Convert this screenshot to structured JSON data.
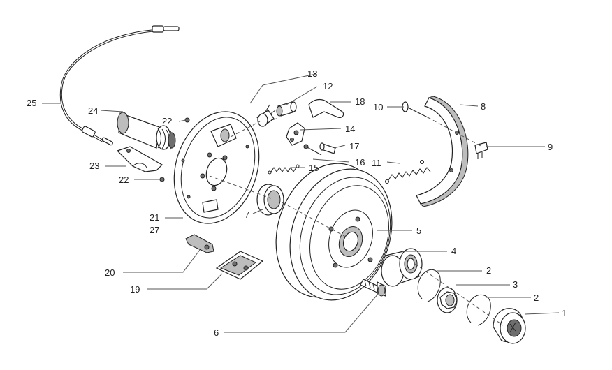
{
  "callouts": {
    "c1": "1",
    "c2a": "2",
    "c2b": "2",
    "c3": "3",
    "c4": "4",
    "c5": "5",
    "c6": "6",
    "c7": "7",
    "c8": "8",
    "c9": "9",
    "c10": "10",
    "c11": "11",
    "c12": "12",
    "c13": "13",
    "c14": "14",
    "c15": "15",
    "c16": "16",
    "c17": "17",
    "c18": "18",
    "c19": "19",
    "c20": "20",
    "c21": "21",
    "c22a": "22",
    "c22b": "22",
    "c23": "23",
    "c24": "24",
    "c25": "25",
    "c27": "27"
  },
  "colors": {
    "line": "#222222",
    "fill": "#ffffff",
    "shade": "#bdbdbd",
    "dark": "#6e6e6e"
  }
}
